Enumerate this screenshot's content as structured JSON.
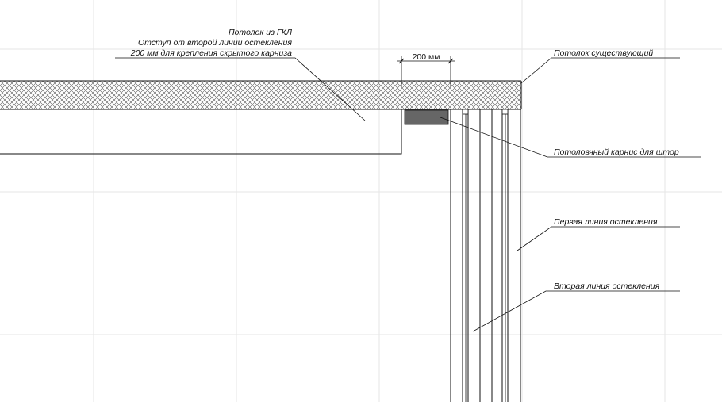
{
  "labels": {
    "gkl_ceiling_line1": "Потолок из ГКЛ",
    "gkl_ceiling_line2": "Отступ от второй линии остекления",
    "gkl_ceiling_line3": "200 мм для крепления скрытого карниза",
    "existing_ceiling": "Потолок существующий",
    "curtain_rail": "Потоловчный карнис для штор",
    "first_glazing_line": "Первая линия остекления",
    "second_glazing_line": "Вторая линия остекления"
  },
  "dimension": {
    "value_text": "200 мм"
  },
  "colors": {
    "line": "#111111",
    "grid": "#e6e6e6",
    "hatch": "#555555",
    "rail_fill": "#666666",
    "background": "#ffffff"
  }
}
